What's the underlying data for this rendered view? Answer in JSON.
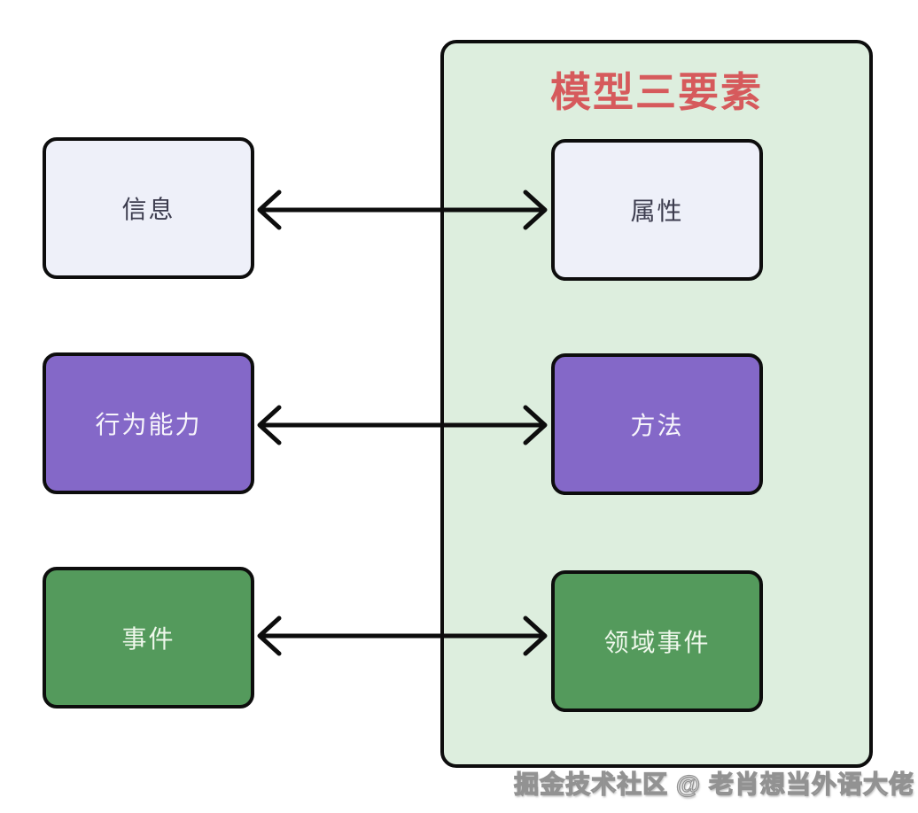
{
  "diagram": {
    "group": {
      "title": "模型三要素",
      "title_color": "#d65a5c",
      "bg_color": "#ddeede",
      "border_color": "#0d0d0d"
    },
    "nodes": {
      "information": {
        "label": "信息",
        "bg": "#eef0f9",
        "fg": "#3c3c4e"
      },
      "behavior": {
        "label": "行为能力",
        "bg": "#8468c8",
        "fg": "#f7f5fb"
      },
      "event": {
        "label": "事件",
        "bg": "#549a5c",
        "fg": "#eff8ec"
      },
      "attribute": {
        "label": "属性",
        "bg": "#eef0f9",
        "fg": "#3c3c4e"
      },
      "method": {
        "label": "方法",
        "bg": "#8468c8",
        "fg": "#f7f5fb"
      },
      "domain_event": {
        "label": "领域事件",
        "bg": "#549a5c",
        "fg": "#eff8ec"
      }
    },
    "edges": [
      {
        "from": "信息",
        "to": "属性",
        "type": "bidirectional",
        "color": "#0d0d0d"
      },
      {
        "from": "行为能力",
        "to": "方法",
        "type": "bidirectional",
        "color": "#0d0d0d"
      },
      {
        "from": "事件",
        "to": "领域事件",
        "type": "bidirectional",
        "color": "#0d0d0d"
      }
    ],
    "watermark": "掘金技术社区 @ 老肖想当外语大佬"
  }
}
